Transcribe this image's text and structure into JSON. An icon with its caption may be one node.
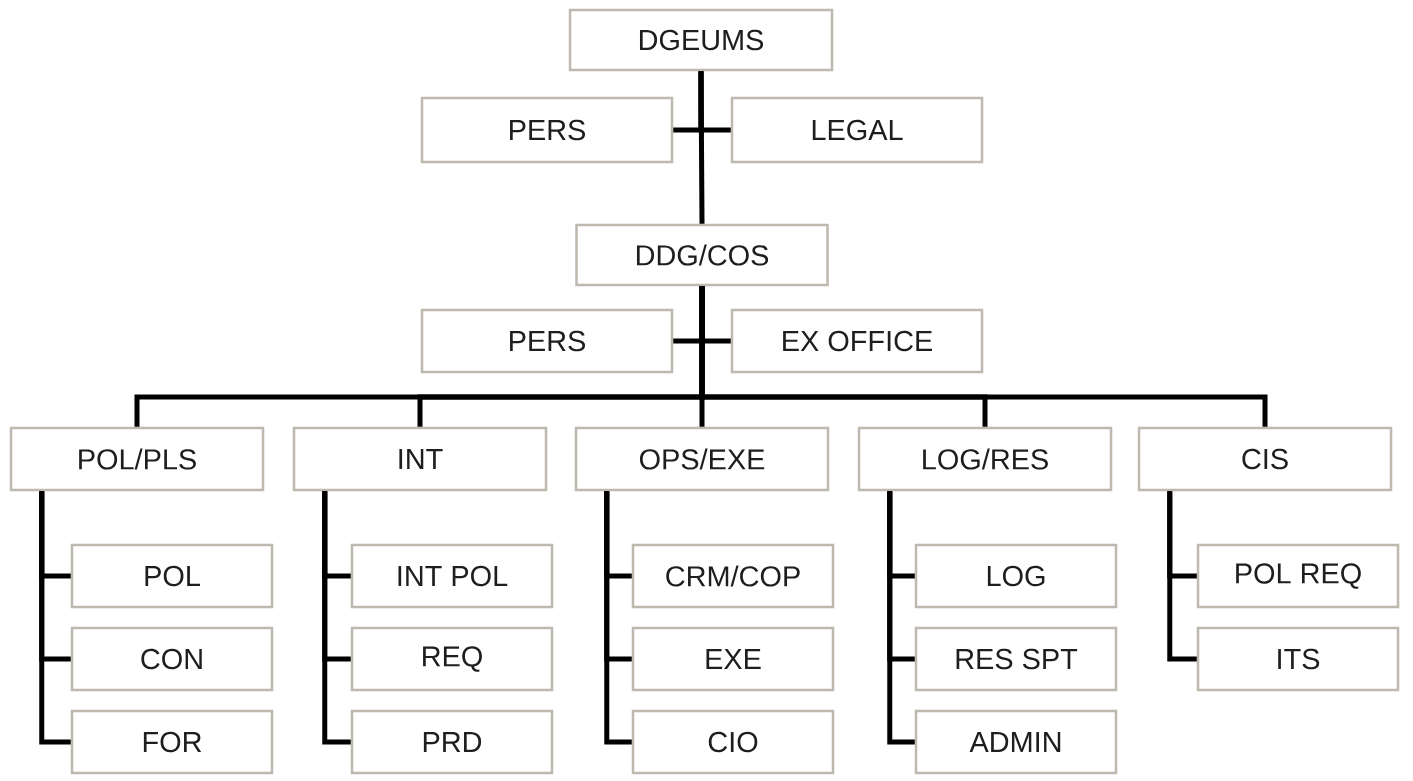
{
  "diagram": {
    "nodes": [
      {
        "text": [
          "DGEUMS"
        ]
      },
      {
        "text": [
          "PERS"
        ]
      },
      {
        "text": [
          "LEGAL"
        ]
      },
      {
        "text": [
          "DDG/COS"
        ]
      },
      {
        "text": [
          "PERS"
        ]
      },
      {
        "text": [
          "EX OFFICE"
        ]
      },
      {
        "text": [
          "POL/PLS"
        ]
      },
      {
        "text": [
          "INT"
        ]
      },
      {
        "text": [
          "OPS/EXE"
        ]
      },
      {
        "text": [
          "LOG/RES"
        ]
      },
      {
        "text": [
          "CIS"
        ]
      },
      {
        "text": [
          "POL"
        ]
      },
      {
        "text": [
          "CON"
        ]
      },
      {
        "text": [
          "FOR"
        ]
      },
      {
        "text": [
          "INT POL"
        ]
      },
      {
        "text": [
          "REQ"
        ]
      },
      {
        "text": [
          "PRD"
        ]
      },
      {
        "text": [
          "CRM/COP"
        ]
      },
      {
        "text": [
          "EXE"
        ]
      },
      {
        "text": [
          "CIO"
        ]
      },
      {
        "text": [
          "LOG"
        ]
      },
      {
        "text": [
          "RES SPT"
        ]
      },
      {
        "text": [
          "ADMIN"
        ]
      },
      {
        "text": [
          "POL REQ"
        ]
      },
      {
        "text": [
          "ITS"
        ]
      }
    ],
    "edges": [
      {
        "from": 0,
        "to": 1,
        "arrow": "none"
      },
      {
        "from": 0,
        "to": 2,
        "arrow": "none"
      },
      {
        "from": 0,
        "to": 3,
        "arrow": "none"
      },
      {
        "from": 3,
        "to": 4,
        "arrow": "none"
      },
      {
        "from": 3,
        "to": 5,
        "arrow": "none"
      },
      {
        "from": 3,
        "to": 6,
        "arrow": "none"
      },
      {
        "from": 3,
        "to": 7,
        "arrow": "none"
      },
      {
        "from": 3,
        "to": 8,
        "arrow": "none"
      },
      {
        "from": 3,
        "to": 9,
        "arrow": "none"
      },
      {
        "from": 3,
        "to": 10,
        "arrow": "none"
      },
      {
        "from": 6,
        "to": 11,
        "arrow": "none"
      },
      {
        "from": 6,
        "to": 12,
        "arrow": "none"
      },
      {
        "from": 6,
        "to": 13,
        "arrow": "none"
      },
      {
        "from": 7,
        "to": 14,
        "arrow": "none"
      },
      {
        "from": 7,
        "to": 15,
        "arrow": "none"
      },
      {
        "from": 7,
        "to": 16,
        "arrow": "none"
      },
      {
        "from": 8,
        "to": 17,
        "arrow": "none"
      },
      {
        "from": 8,
        "to": 18,
        "arrow": "none"
      },
      {
        "from": 8,
        "to": 19,
        "arrow": "none"
      },
      {
        "from": 9,
        "to": 20,
        "arrow": "none"
      },
      {
        "from": 9,
        "to": 21,
        "arrow": "none"
      },
      {
        "from": 9,
        "to": 22,
        "arrow": "none"
      },
      {
        "from": 10,
        "to": 23,
        "arrow": "none"
      },
      {
        "from": 10,
        "to": 24,
        "arrow": "none"
      }
    ]
  }
}
